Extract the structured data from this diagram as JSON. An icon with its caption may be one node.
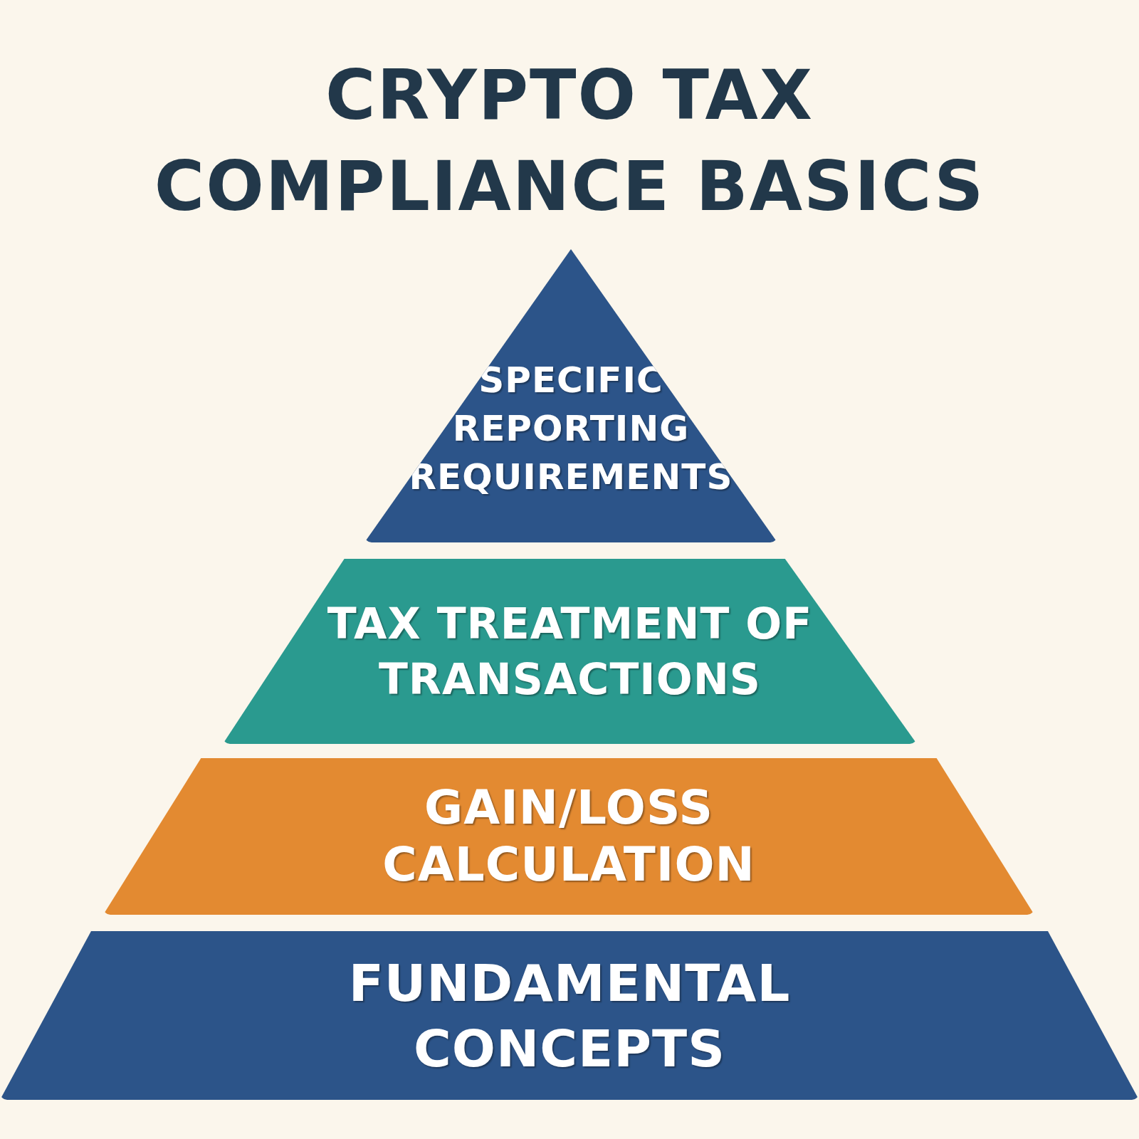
{
  "diagram": {
    "title": "CRYPTO TAX COMPLIANCE BASICS",
    "nodes": [
      {
        "text": [
          "SPECIFIC REPORTING REQUIREMENTS"
        ]
      },
      {
        "text": [
          "TAX TREATMENT OF TRANSACTIONS"
        ]
      },
      {
        "text": [
          "GAIN/LOSS CALCULATION"
        ]
      },
      {
        "text": [
          "FUNDAMENTAL CONCEPTS"
        ]
      }
    ]
  }
}
